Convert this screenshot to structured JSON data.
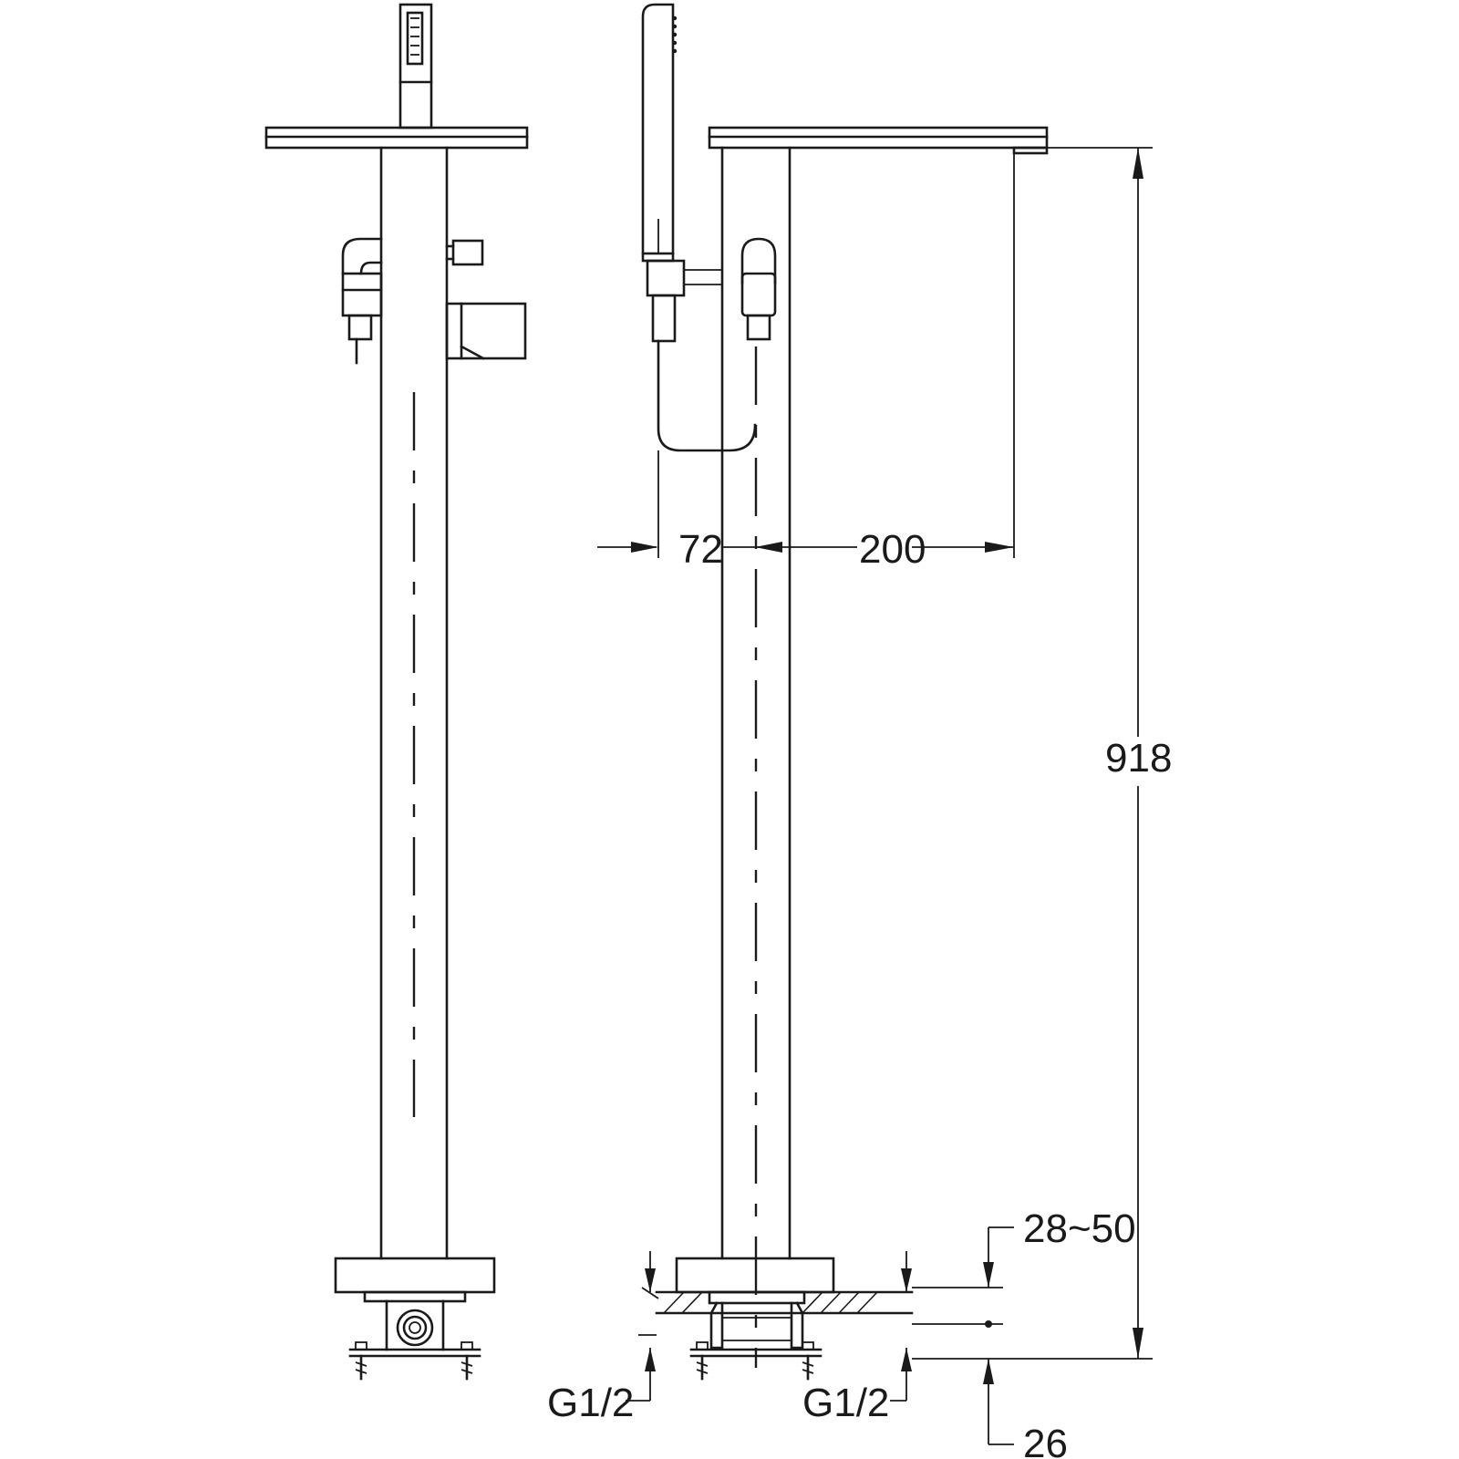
{
  "drawing": {
    "dimensions": {
      "handshower_offset": "72",
      "spout_reach": "200",
      "overall_height": "918",
      "floor_thickness": "28~50",
      "base_height": "26",
      "inlet_left": "G1/2",
      "inlet_right": "G1/2"
    },
    "colors": {
      "line": "#1a1a1a",
      "background": "#ffffff"
    }
  }
}
